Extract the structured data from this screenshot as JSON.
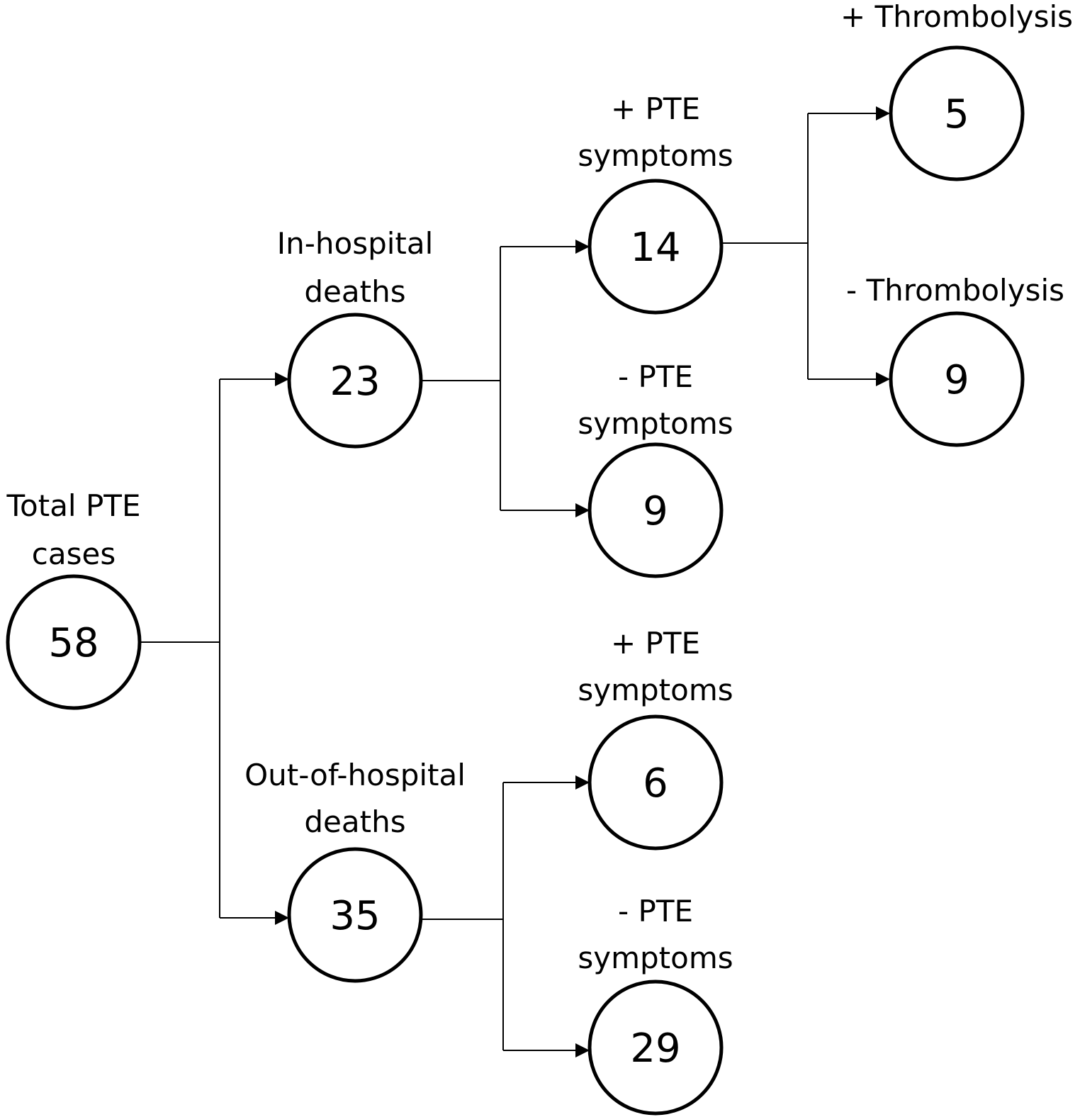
{
  "diagram": {
    "nodes": {
      "total": {
        "label_line1": "Total PTE",
        "label_line2": "cases",
        "value": "58"
      },
      "in_hospital": {
        "label_line1": "In-hospital",
        "label_line2": "deaths",
        "value": "23"
      },
      "out_hospital": {
        "label_line1": "Out-of-hospital",
        "label_line2": "deaths",
        "value": "35"
      },
      "in_pos_symptoms": {
        "label_line1": "+ PTE",
        "label_line2": "symptoms",
        "value": "14"
      },
      "in_neg_symptoms": {
        "label_line1": "- PTE",
        "label_line2": "symptoms",
        "value": "9"
      },
      "out_pos_symptoms": {
        "label_line1": "+ PTE",
        "label_line2": "symptoms",
        "value": "6"
      },
      "out_neg_symptoms": {
        "label_line1": "- PTE",
        "label_line2": "symptoms",
        "value": "29"
      },
      "pos_thrombolysis": {
        "label_line1": "+ Thrombolysis",
        "value": "5"
      },
      "neg_thrombolysis": {
        "label_line1": "- Thrombolysis",
        "value": "9"
      }
    },
    "edges": [
      [
        "total",
        "in_hospital"
      ],
      [
        "total",
        "out_hospital"
      ],
      [
        "in_hospital",
        "in_pos_symptoms"
      ],
      [
        "in_hospital",
        "in_neg_symptoms"
      ],
      [
        "out_hospital",
        "out_pos_symptoms"
      ],
      [
        "out_hospital",
        "out_neg_symptoms"
      ],
      [
        "in_pos_symptoms",
        "pos_thrombolysis"
      ],
      [
        "in_pos_symptoms",
        "neg_thrombolysis"
      ]
    ]
  }
}
